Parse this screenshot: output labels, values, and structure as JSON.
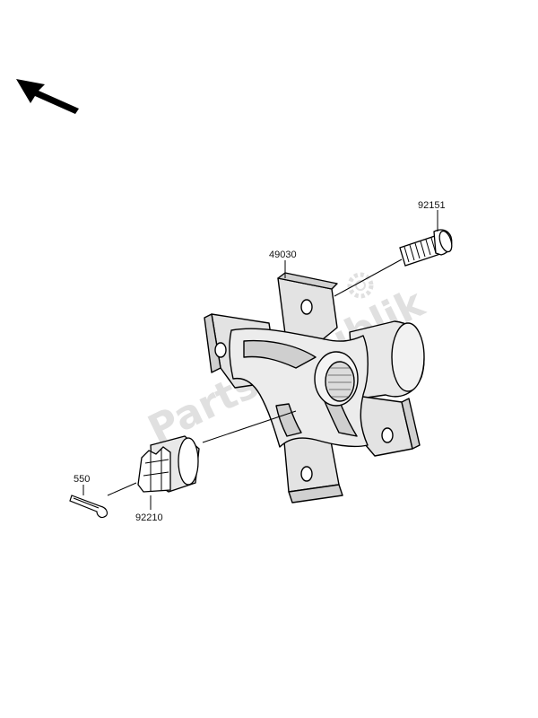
{
  "watermark": {
    "text": "Partsrepublik",
    "color": "#c8c8c8"
  },
  "parts": [
    {
      "id": "hub",
      "number": "49030"
    },
    {
      "id": "bolt",
      "number": "92151"
    },
    {
      "id": "nut",
      "number": "92210"
    },
    {
      "id": "cotter-pin",
      "number": "550"
    }
  ],
  "orientation_arrow": {
    "icon": "front-direction-arrow-icon"
  },
  "colors": {
    "line": "#000000",
    "fill": "#ffffff",
    "shade": "#d9d9d9",
    "watermark": "#c8c8c8"
  }
}
